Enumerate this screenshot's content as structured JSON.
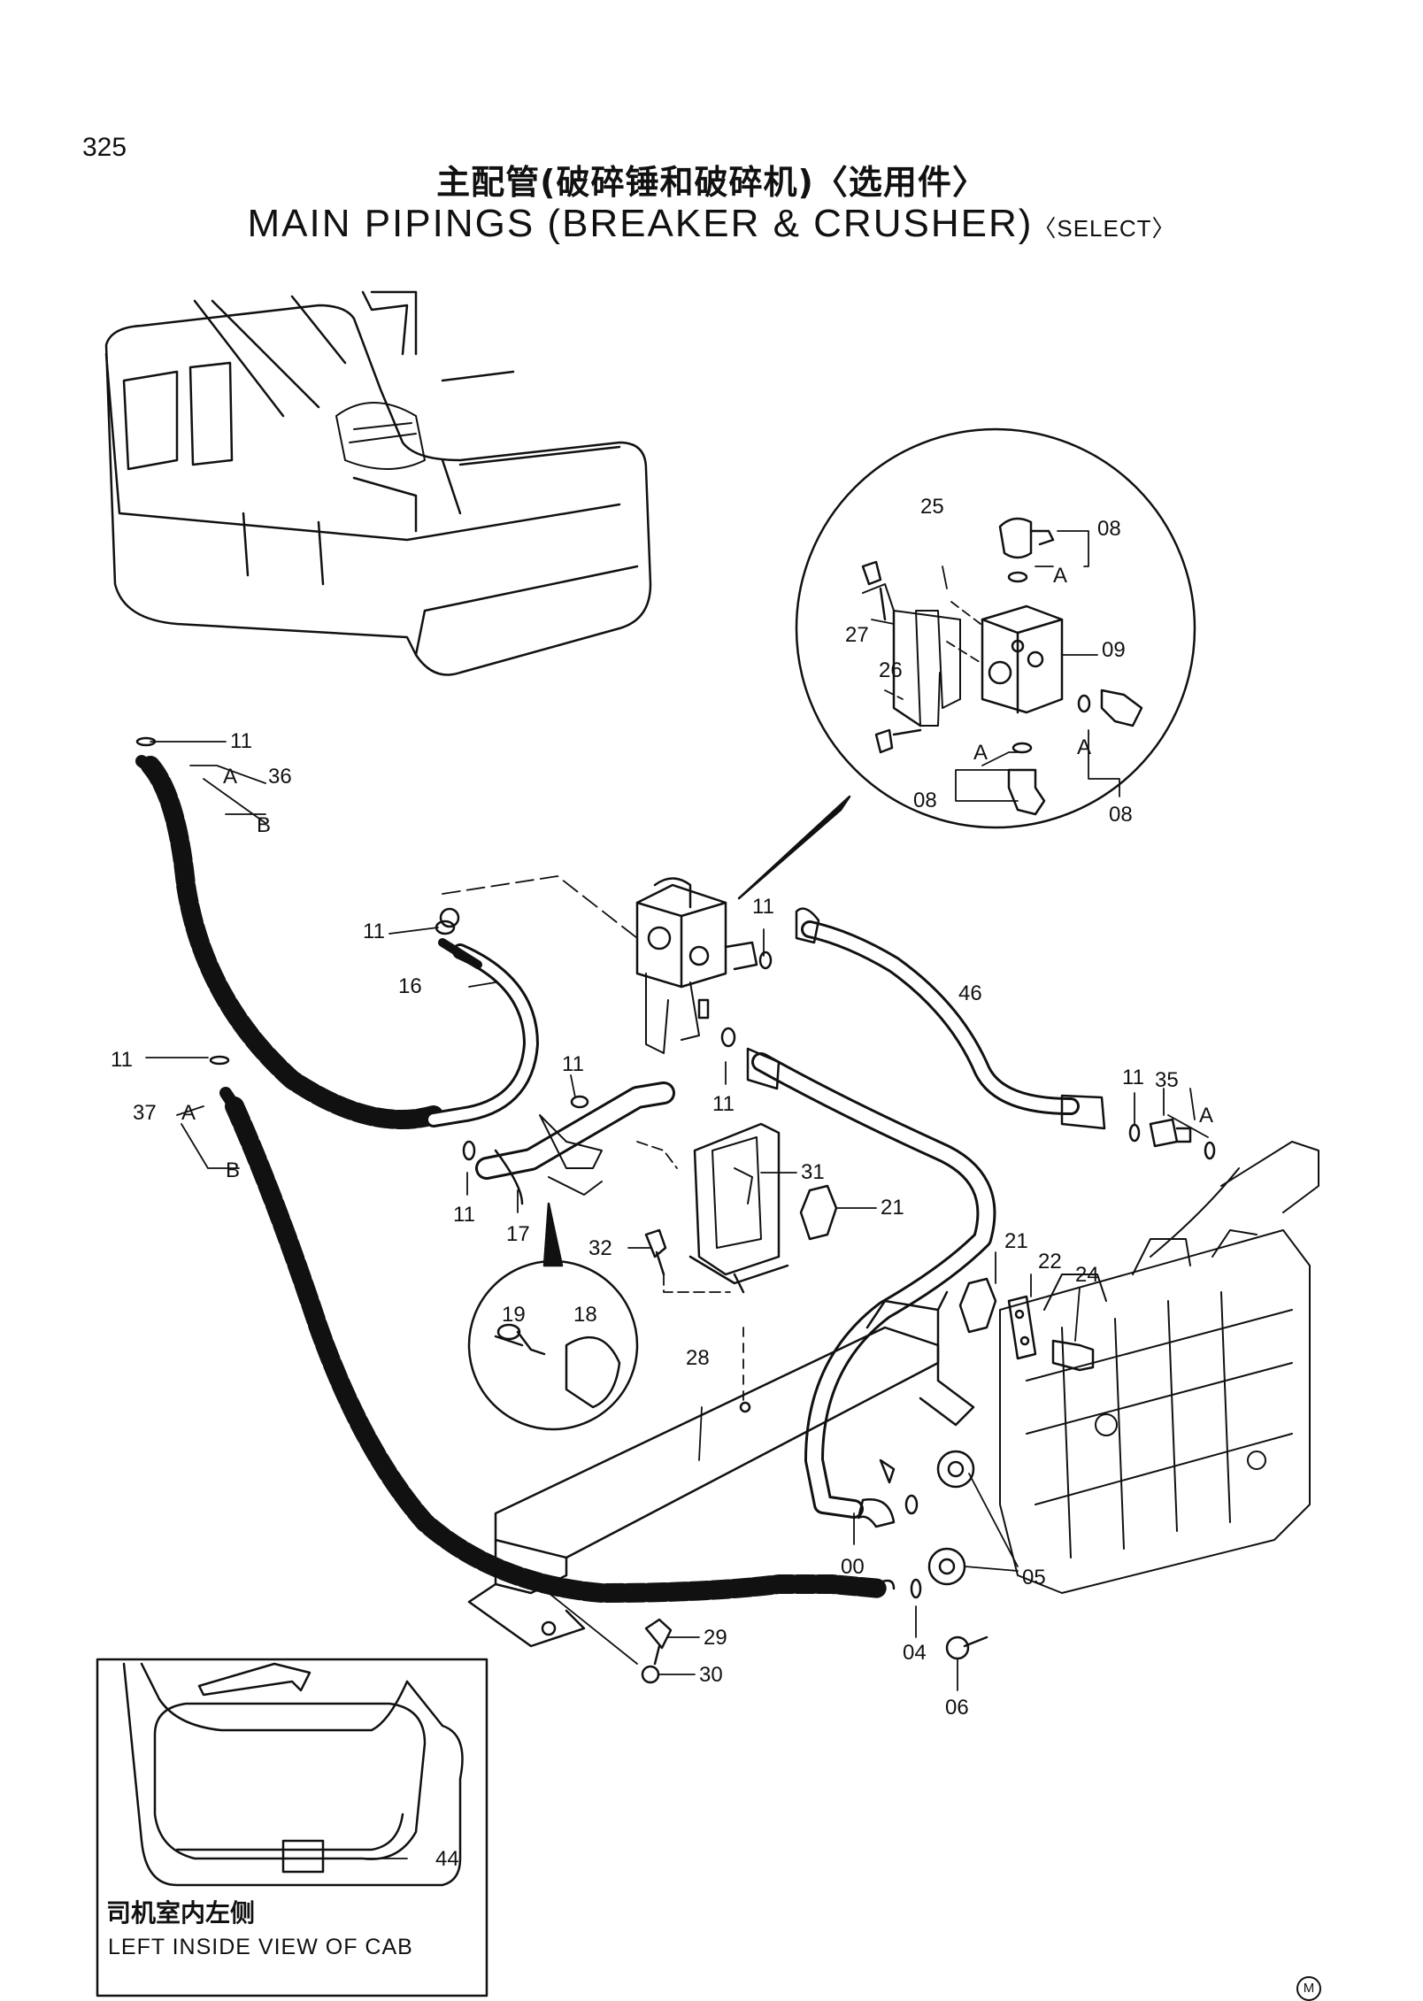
{
  "page": {
    "number": "325",
    "title_cn": "主配管(破碎锤和破碎机)〈选用件〉",
    "title_en": "MAIN PIPINGS (BREAKER & CRUSHER)",
    "title_en_suffix": "〈SELECT〉"
  },
  "inset": {
    "caption_cn": "司机室内左侧",
    "caption_en": "LEFT INSIDE VIEW OF CAB"
  },
  "labels": {
    "p25": "25",
    "p08a": "08",
    "p27": "27",
    "p09": "09",
    "p26": "26",
    "p08b": "08",
    "p08c": "08",
    "a1": "A",
    "a2": "A",
    "a3": "A",
    "p11a": "11",
    "p36": "36",
    "a36": "A",
    "b36": "B",
    "p11b": "11",
    "p16": "16",
    "p11c": "11",
    "p46": "46",
    "p11d": "11",
    "p11e": "11",
    "p11f": "11",
    "p11g": "11",
    "p35": "35",
    "a35": "A",
    "p37": "37",
    "a37": "A",
    "b37": "B",
    "p11h": "11",
    "p17": "17",
    "p31": "31",
    "p21a": "21",
    "p32": "32",
    "p21b": "21",
    "p22": "22",
    "p24": "24",
    "p19": "19",
    "p18": "18",
    "p28": "28",
    "p00": "00",
    "p05": "05",
    "p29": "29",
    "p30": "30",
    "p04": "04",
    "p06": "06",
    "p44": "44"
  },
  "footer_mark": "M"
}
